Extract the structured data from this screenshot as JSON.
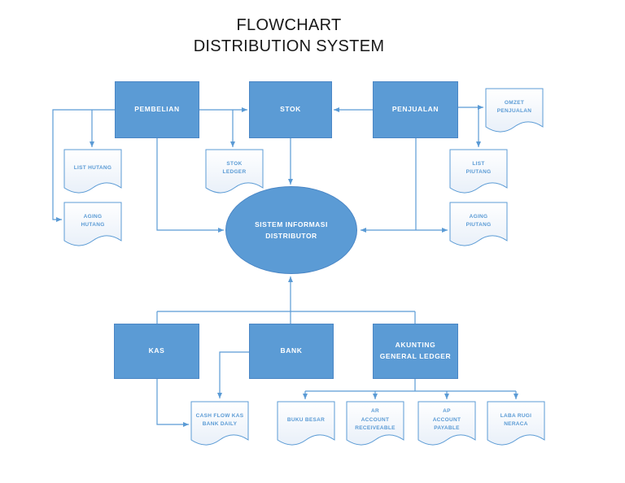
{
  "title": {
    "text": "FLOWCHART\nDISTRIBUTION SYSTEM"
  },
  "colors": {
    "node_fill": "#5b9bd5",
    "node_border": "#4a86c5",
    "doc_border": "#5b9bd5",
    "doc_text": "#5b9bd5",
    "connector": "#5b9bd5",
    "title_text": "#181818",
    "background": "#ffffff"
  },
  "processes": {
    "pembelian": {
      "label": "PEMBELIAN"
    },
    "stok": {
      "label": "STOK"
    },
    "penjualan": {
      "label": "PENJUALAN"
    },
    "kas": {
      "label": "KAS"
    },
    "bank": {
      "label": "BANK"
    },
    "akunting": {
      "label": "AKUNTING\nGENERAL LEDGER"
    }
  },
  "hub": {
    "label": "SISTEM INFORMASI\nDISTRIBUTOR"
  },
  "documents": {
    "list_hutang": {
      "label": "LIST HUTANG"
    },
    "aging_hutang": {
      "label": "AGING\nHUTANG"
    },
    "stok_ledger": {
      "label": "STOK\nLEDGER"
    },
    "omset_penjualan": {
      "label": "OMZET\nPENJUALAN"
    },
    "list_piutang": {
      "label": "LIST\nPIUTANG"
    },
    "aging_piutang": {
      "label": "AGING\nPIUTANG"
    },
    "cash_flow": {
      "label": "CASH FLOW KAS\nBANK DAILY"
    },
    "buku_besar": {
      "label": "BUKU BESAR"
    },
    "ar_account": {
      "label": "AR\nACCOUNT\nRECEIVEABLE"
    },
    "ap_account": {
      "label": "AP\nACCOUNT\nPAYABLE"
    },
    "laba_rugi": {
      "label": "LABA RUGI\nNERACA"
    }
  },
  "connections": [
    "PEMBELIAN -> STOK",
    "PENJUALAN -> STOK",
    "PEMBELIAN -> LIST HUTANG",
    "PEMBELIAN -> AGING HUTANG",
    "PEMBELIAN -> STOK LEDGER",
    "PEMBELIAN -> SISTEM INFORMASI DISTRIBUTOR",
    "STOK -> SISTEM INFORMASI DISTRIBUTOR",
    "PENJUALAN -> OMZET PENJUALAN",
    "PENJUALAN -> LIST PIUTANG",
    "PENJUALAN -> AGING PIUTANG",
    "PENJUALAN -> SISTEM INFORMASI DISTRIBUTOR",
    "KAS/BANK/AKUNTING -> SISTEM INFORMASI DISTRIBUTOR",
    "KAS -> CASH FLOW KAS BANK DAILY",
    "BANK -> CASH FLOW KAS BANK DAILY",
    "AKUNTING GENERAL LEDGER -> BUKU BESAR",
    "AKUNTING GENERAL LEDGER -> AR ACCOUNT RECEIVEABLE",
    "AKUNTING GENERAL LEDGER -> AP ACCOUNT PAYABLE",
    "AKUNTING GENERAL LEDGER -> LABA RUGI NERACA"
  ]
}
